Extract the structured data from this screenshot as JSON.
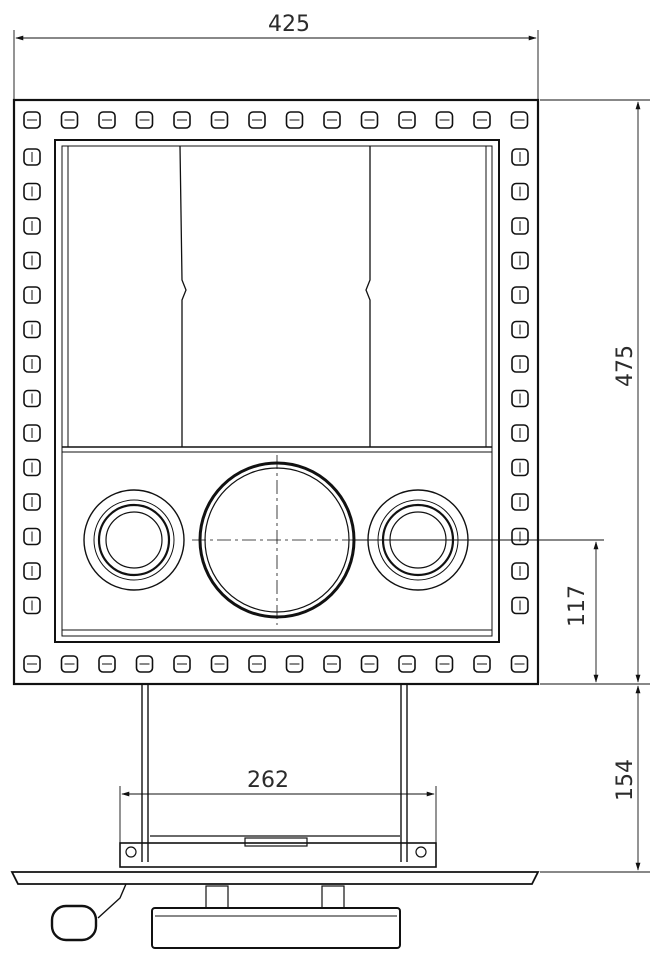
{
  "dimensions": {
    "top_width": "425",
    "right_height": "475",
    "bottom_height": "154",
    "lower_height": "117",
    "bracket_width": "262"
  },
  "colors": {
    "line": "#111111",
    "text": "#2b2b2b",
    "background": "#ffffff"
  }
}
